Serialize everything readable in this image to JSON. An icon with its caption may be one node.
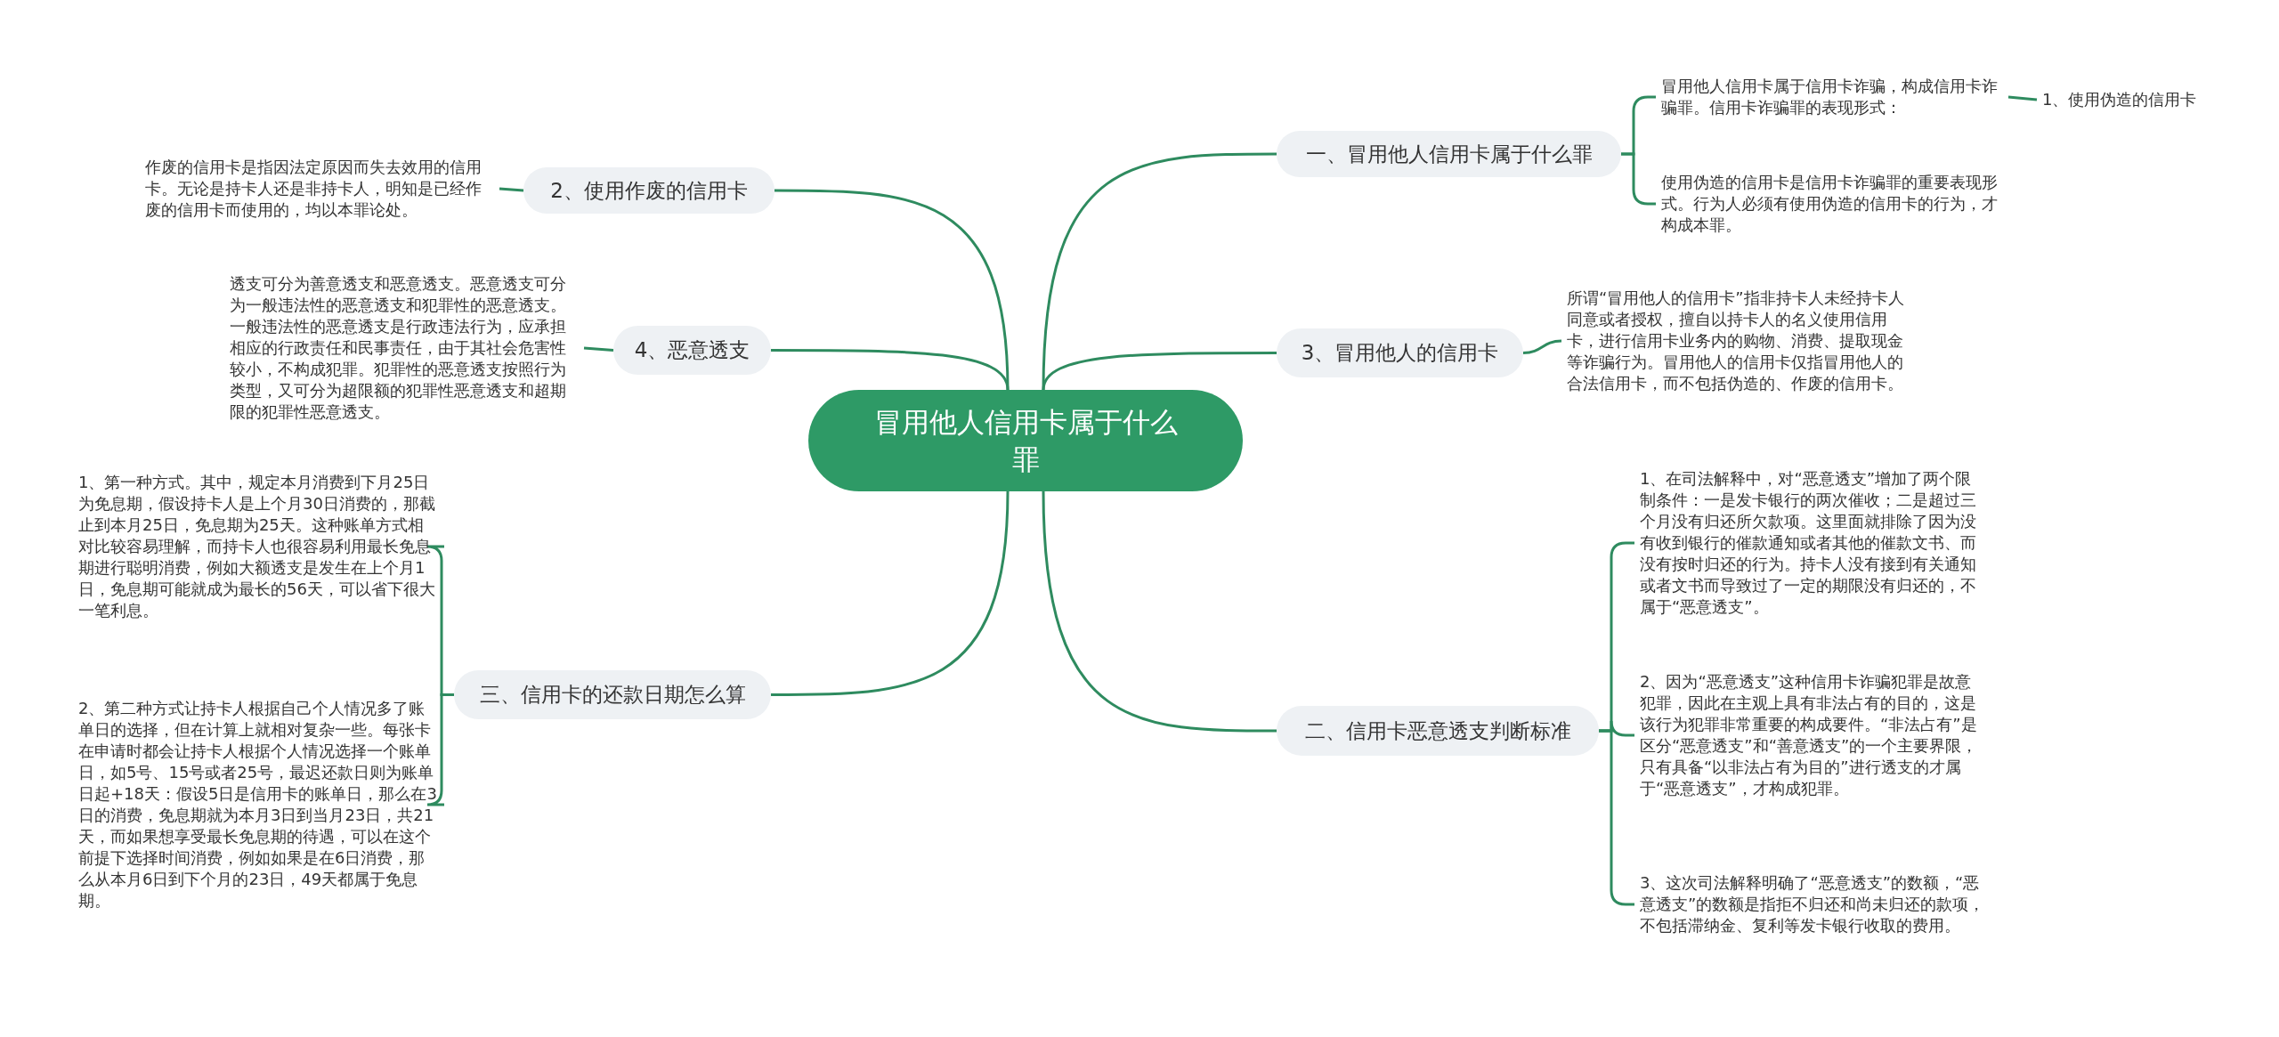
{
  "diagram": {
    "nodes": [
      {
        "text": [
          "冒用他人信用卡属于什么罪"
        ]
      },
      {
        "text": [
          "一、冒用他人信用卡属于什么罪"
        ]
      },
      {
        "text": [
          "冒用他人信用卡属于信用卡诈骗，构成信用卡诈骗罪。信用卡诈骗罪的表现形式："
        ]
      },
      {
        "text": [
          "1、使用伪造的信用卡"
        ]
      },
      {
        "text": [
          "使用伪造的信用卡是信用卡诈骗罪的重要表现形式。行为人必须有使用伪造的信用卡的行为，才构成本罪。"
        ]
      },
      {
        "text": [
          "3、冒用他人的信用卡"
        ]
      },
      {
        "text": [
          "所谓“冒用他人的信用卡”指非持卡人未经持卡人同意或者授权，擅自以持卡人的名义使用信用卡，进行信用卡业务内的购物、消费、提取现金等诈骗行为。冒用他人的信用卡仅指冒用他人的合法信用卡，而不包括伪造的、作废的信用卡。"
        ]
      },
      {
        "text": [
          "二、信用卡恶意透支判断标准"
        ]
      },
      {
        "text": [
          "1、在司法解释中，对“恶意透支”增加了两个限制条件：一是发卡银行的两次催收；二是超过三个月没有归还所欠款项。这里面就排除了因为没有收到银行的催款通知或者其他的催款文书、而没有按时归还的行为。持卡人没有接到有关通知或者文书而导致过了一定的期限没有归还的，不属于“恶意透支”。"
        ]
      },
      {
        "text": [
          "2、因为“恶意透支”这种信用卡诈骗犯罪是故意犯罪，因此在主观上具有非法占有的目的，这是该行为犯罪非常重要的构成要件。“非法占有”是区分“恶意透支”和“善意透支”的一个主要界限，只有具备“以非法占有为目的”进行透支的才属于“恶意透支”，才构成犯罪。"
        ]
      },
      {
        "text": [
          "3、这次司法解释明确了“恶意透支”的数额，“恶意透支”的数额是指拒不归还和尚未归还的款项，不包括滞纳金、复利等发卡银行收取的费用。"
        ]
      },
      {
        "text": [
          "2、使用作废的信用卡"
        ]
      },
      {
        "text": [
          "作废的信用卡是指因法定原因而失去效用的信用卡。无论是持卡人还是非持卡人，明知是已经作废的信用卡而使用的，均以本罪论处。"
        ]
      },
      {
        "text": [
          "4、恶意透支"
        ]
      },
      {
        "text": [
          "透支可分为善意透支和恶意透支。恶意透支可分为一般违法性的恶意透支和犯罪性的恶意透支。一般违法性的恶意透支是行政违法行为，应承担相应的行政责任和民事责任，由于其社会危害性较小，不构成犯罪。犯罪性的恶意透支按照行为类型，又可分为超限额的犯罪性恶意透支和超期限的犯罪性恶意透支。"
        ]
      },
      {
        "text": [
          "三、信用卡的还款日期怎么算"
        ]
      },
      {
        "text": [
          "1、第一种方式。其中，规定本月消费到下月25日为免息期，假设持卡人是上个月30日消费的，那截止到本月25日，免息期为25天。这种账单方式相对比较容易理解，而持卡人也很容易利用最长免息期进行聪明消费，例如大额透支是发生在上个月1日，免息期可能就成为最长的56天，可以省下很大一笔利息。"
        ]
      },
      {
        "text": [
          "2、第二种方式让持卡人根据自己个人情况多了账单日的选择，但在计算上就相对复杂一些。每张卡在申请时都会让持卡人根据个人情况选择一个账单日，如5号、15号或者25号，最迟还款日则为账单日起+18天：假设5日是信用卡的账单日，那么在3日的消费，免息期就为本月3日到当月23日，共21天，而如果想享受最长免息期的待遇，可以在这个前提下选择时间消费，例如如果是在6日消费，那么从本月6日到下个月的23日，49天都属于免息期。"
        ]
      }
    ],
    "edges": [
      {
        "from": 0,
        "to": 1,
        "arrow": "none"
      },
      {
        "from": 1,
        "to": 2,
        "arrow": "none"
      },
      {
        "from": 2,
        "to": 3,
        "arrow": "none"
      },
      {
        "from": 1,
        "to": 4,
        "arrow": "none"
      },
      {
        "from": 0,
        "to": 5,
        "arrow": "none"
      },
      {
        "from": 5,
        "to": 6,
        "arrow": "none"
      },
      {
        "from": 0,
        "to": 7,
        "arrow": "none"
      },
      {
        "from": 7,
        "to": 8,
        "arrow": "none"
      },
      {
        "from": 7,
        "to": 9,
        "arrow": "none"
      },
      {
        "from": 7,
        "to": 10,
        "arrow": "none"
      },
      {
        "from": 0,
        "to": 11,
        "arrow": "none"
      },
      {
        "from": 11,
        "to": 12,
        "arrow": "none"
      },
      {
        "from": 0,
        "to": 13,
        "arrow": "none"
      },
      {
        "from": 13,
        "to": 14,
        "arrow": "none"
      },
      {
        "from": 0,
        "to": 15,
        "arrow": "none"
      },
      {
        "from": 15,
        "to": 16,
        "arrow": "none"
      },
      {
        "from": 15,
        "to": 17,
        "arrow": "none"
      }
    ]
  }
}
